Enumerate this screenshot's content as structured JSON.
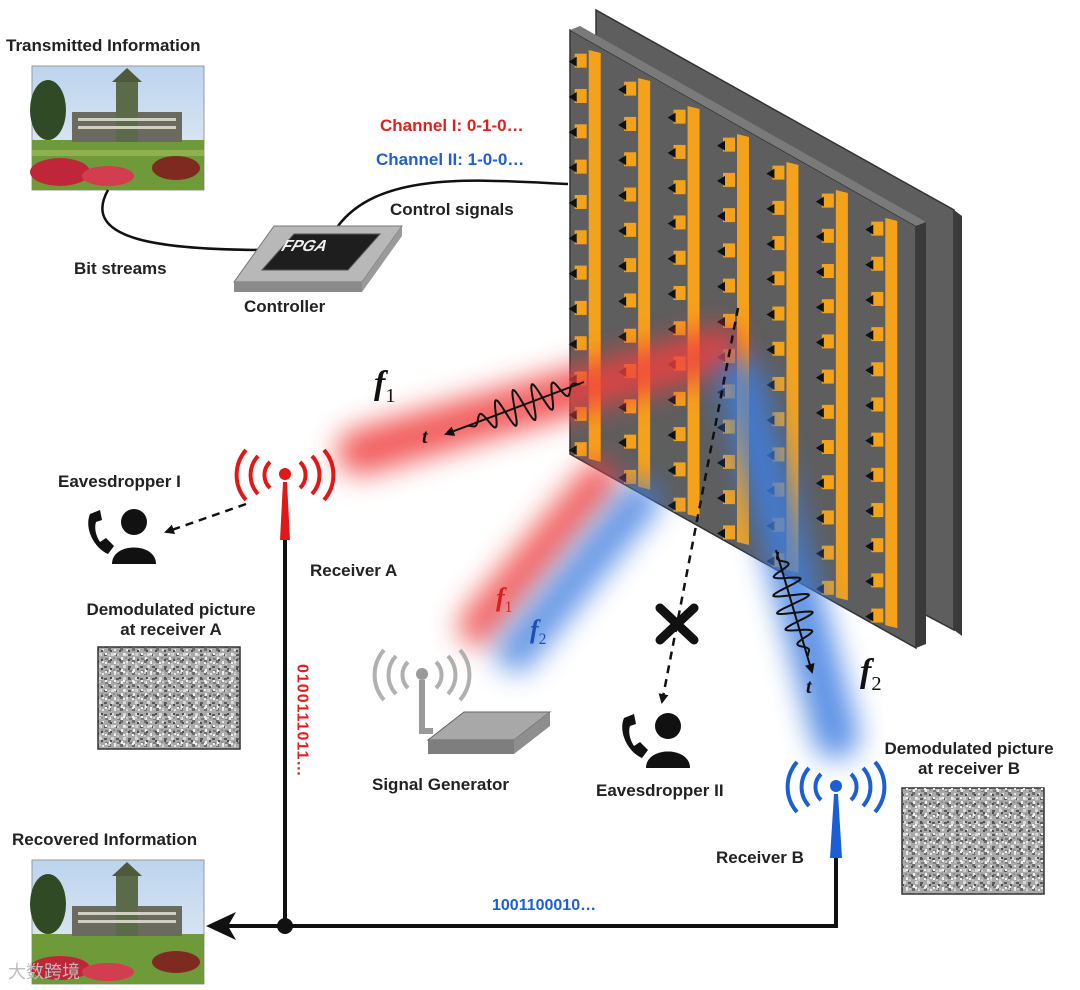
{
  "labels": {
    "transmitted": "Transmitted Information",
    "recovered": "Recovered Information",
    "bit_streams": "Bit streams",
    "controller": "Controller",
    "fpga": "FPGA",
    "control_signals": "Control signals",
    "channel_1": "Channel I: 0-1-0…",
    "channel_2": "Channel II: 1-0-0…",
    "eavesdropper_1": "Eavesdropper I",
    "eavesdropper_2": "Eavesdropper II",
    "receiver_a": "Receiver A",
    "receiver_b": "Receiver B",
    "demod_a_line1": "Demodulated picture",
    "demod_a_line2": "at receiver A",
    "demod_b_line1": "Demodulated picture",
    "demod_b_line2": "at receiver B",
    "signal_generator": "Signal Generator",
    "bits_a": "0100111011…",
    "bits_b": "1001100010…",
    "f_symbol": "f",
    "sub_1": "1",
    "sub_2": "2",
    "t_symbol": "t",
    "watermark": "大数跨境"
  },
  "colors": {
    "red_beam": "#f04040",
    "blue_beam": "#3f7fe0",
    "metasurface_gray": "#5e5e5e",
    "metasurface_orange": "#f5a21b",
    "red_text": "#e02020",
    "blue_text": "#1f5fd0"
  },
  "icons": {
    "antenna_a": "antenna-red-icon",
    "antenna_b": "antenna-blue-icon",
    "antenna_sg": "antenna-gray-icon",
    "eavesdropper": "person-phone-icon",
    "blocked": "x-mark-icon",
    "chip": "fpga-chip-icon"
  }
}
